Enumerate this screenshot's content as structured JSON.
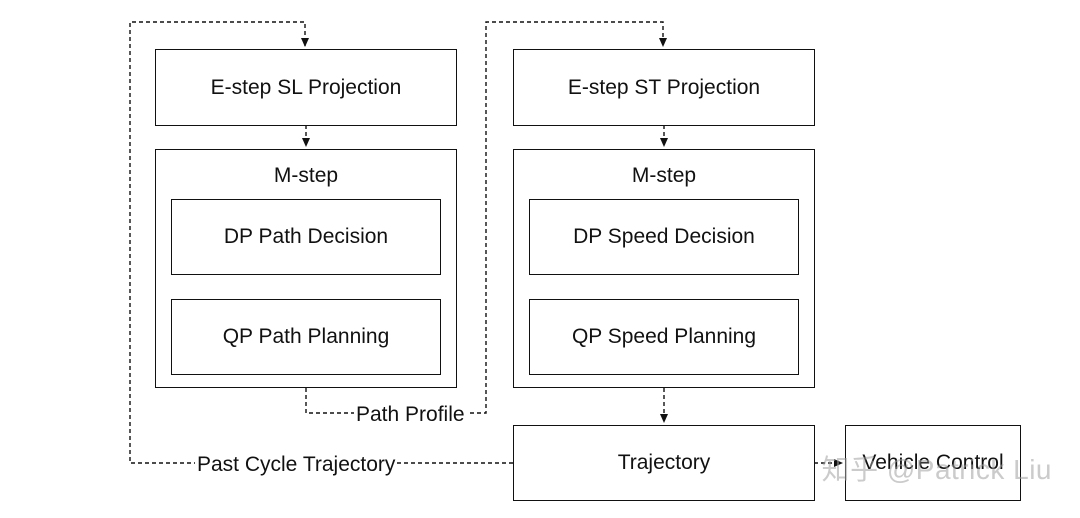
{
  "nodes": {
    "sl_projection": "E-step SL Projection",
    "st_projection": "E-step ST Projection",
    "path_mstep_title": "M-step",
    "speed_mstep_title": "M-step",
    "dp_path_decision": "DP Path Decision",
    "qp_path_planning": "QP Path Planning",
    "dp_speed_decision": "DP Speed Decision",
    "qp_speed_planning": "QP Speed Planning",
    "trajectory": "Trajectory",
    "vehicle_control": "Vehicle Control"
  },
  "edges": {
    "path_profile": "Path Profile",
    "past_cycle_trajectory": "Past Cycle Trajectory"
  },
  "watermark": "知乎 @Patrick Liu",
  "colors": {
    "line": "#111111",
    "watermark": "#a0a0a0"
  }
}
